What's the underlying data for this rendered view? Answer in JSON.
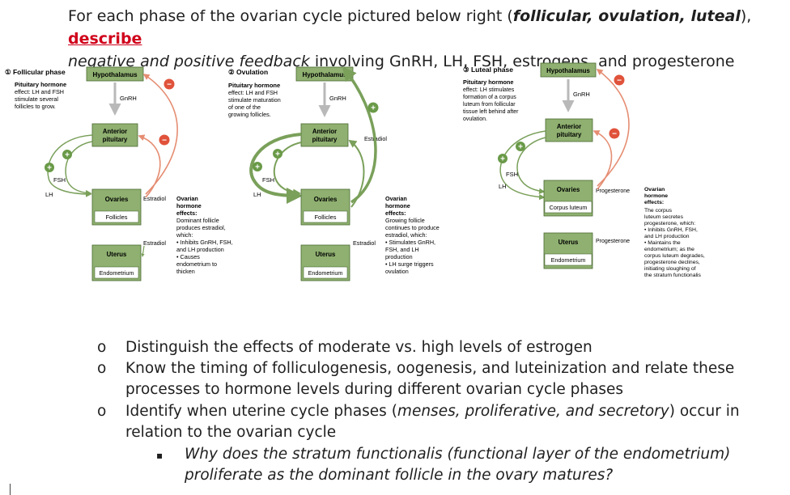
{
  "heading": {
    "line1_prefix": "For each phase of the ovarian cycle pictured below right (",
    "phases": "follicular, ovulation, luteal",
    "line1_mid": "), ",
    "describe": "describe",
    "line2_italic": "negative and positive feedback",
    "line2_rest": " involving GnRH, LH, FSH, estrogens, and progesterone"
  },
  "panels": [
    {
      "phase_title": "① Follicular phase",
      "hypothalamus": "Hypothalamus",
      "pituitary_effect": [
        "Pituitary hormone",
        "effect: LH and FSH",
        "stimulate several",
        "follicles to grow."
      ],
      "gnrh": "GnRH",
      "anterior_pituitary": [
        "Anterior",
        "pituitary"
      ],
      "fsh": "FSH",
      "lh": "LH",
      "ovaries": "Ovaries",
      "ovary_sub": "Follicles",
      "uterus": "Uterus",
      "uterus_sub": "Endometrium",
      "hormone_top": "Estradiol",
      "hormone_bottom": "Estradiol",
      "ovarian_effects": [
        "Ovarian",
        "hormone",
        "effects:",
        "Dominant follicle",
        "produces estradiol,",
        "which:",
        "• Inhibits GnRH, FSH,",
        "  and LH production",
        "• Causes",
        "  endometrium to",
        "  thicken"
      ]
    },
    {
      "phase_title": "② Ovulation",
      "hypothalamus": "Hypothalamus",
      "pituitary_effect": [
        "Pituitary hormone",
        "effect: LH and FSH",
        "stimulate maturation",
        "of one of the",
        "growing follicles."
      ],
      "gnrh": "GnRH",
      "anterior_pituitary": [
        "Anterior",
        "pituitary"
      ],
      "estradiol_side": "Estradiol",
      "fsh": "FSH",
      "lh": "LH",
      "ovaries": "Ovaries",
      "ovary_sub": "Follicles",
      "uterus": "Uterus",
      "uterus_sub": "Endometrium",
      "hormone_bottom": "Estradiol",
      "ovarian_effects": [
        "Ovarian",
        "hormone",
        "effects:",
        "Growing follicle",
        "continues to produce",
        "estradiol, which:",
        "• Stimulates GnRH,",
        "  FSH, and LH",
        "  production",
        "• LH surge triggers",
        "  ovulation"
      ]
    },
    {
      "phase_title": "③ Luteal phase",
      "hypothalamus": "Hypothalamus",
      "pituitary_effect": [
        "Pituitary hormone",
        "effect: LH stimulates",
        "formation of a corpus",
        "luteum from follicular",
        "tissue left behind after",
        "ovulation."
      ],
      "gnrh": "GnRH",
      "anterior_pituitary": [
        "Anterior",
        "pituitary"
      ],
      "fsh": "FSH",
      "lh": "LH",
      "ovaries": "Ovaries",
      "ovary_sub": "Corpus luteum",
      "uterus": "Uterus",
      "uterus_sub": "Endometrium",
      "hormone_top": "Progesterone",
      "hormone_bottom": "Progesterone",
      "ovarian_effects": [
        "Ovarian",
        "hormone",
        "effects:",
        "The corpus",
        "luteum secretes",
        "progesterone, which:",
        "• Inhibits GnRH, FSH,",
        "  and LH production",
        "• Maintains the",
        "  endometrium; as the",
        "  corpus luteum degrades,",
        "  progesterone declines,",
        "  initiating sloughing of",
        "  the stratum functionalis"
      ]
    }
  ],
  "signs": {
    "plus": "+",
    "minus": "−"
  },
  "bullets": [
    {
      "marker": "o",
      "text": "Distinguish the effects of moderate vs. high levels of estrogen"
    },
    {
      "marker": "o",
      "line1": "Know the timing of folliculogenesis, oogenesis, and luteinization and relate these",
      "line2": "processes to hormone levels during different ovarian cycle phases"
    },
    {
      "marker": "o",
      "line1_pre": "Identify when uterine cycle phases (",
      "line1_it": "menses, proliferative, and secretory",
      "line1_post": ") occur in",
      "line2": "relation to the ovarian cycle"
    }
  ],
  "sub_bullet": {
    "marker": "▪",
    "line1": "Why does the stratum functionalis (functional layer of the endometrium)",
    "line2": "proliferate as the dominant follicle in the ovary matures?"
  },
  "colors": {
    "box_green": "#8fb070",
    "box_white": "#ffffff",
    "arrow_green": "#7aa05a",
    "arrow_red": "#e58d72",
    "minus_red": "#e0523a",
    "plus_green": "#6a9a48",
    "describe_red": "#d0021b"
  }
}
